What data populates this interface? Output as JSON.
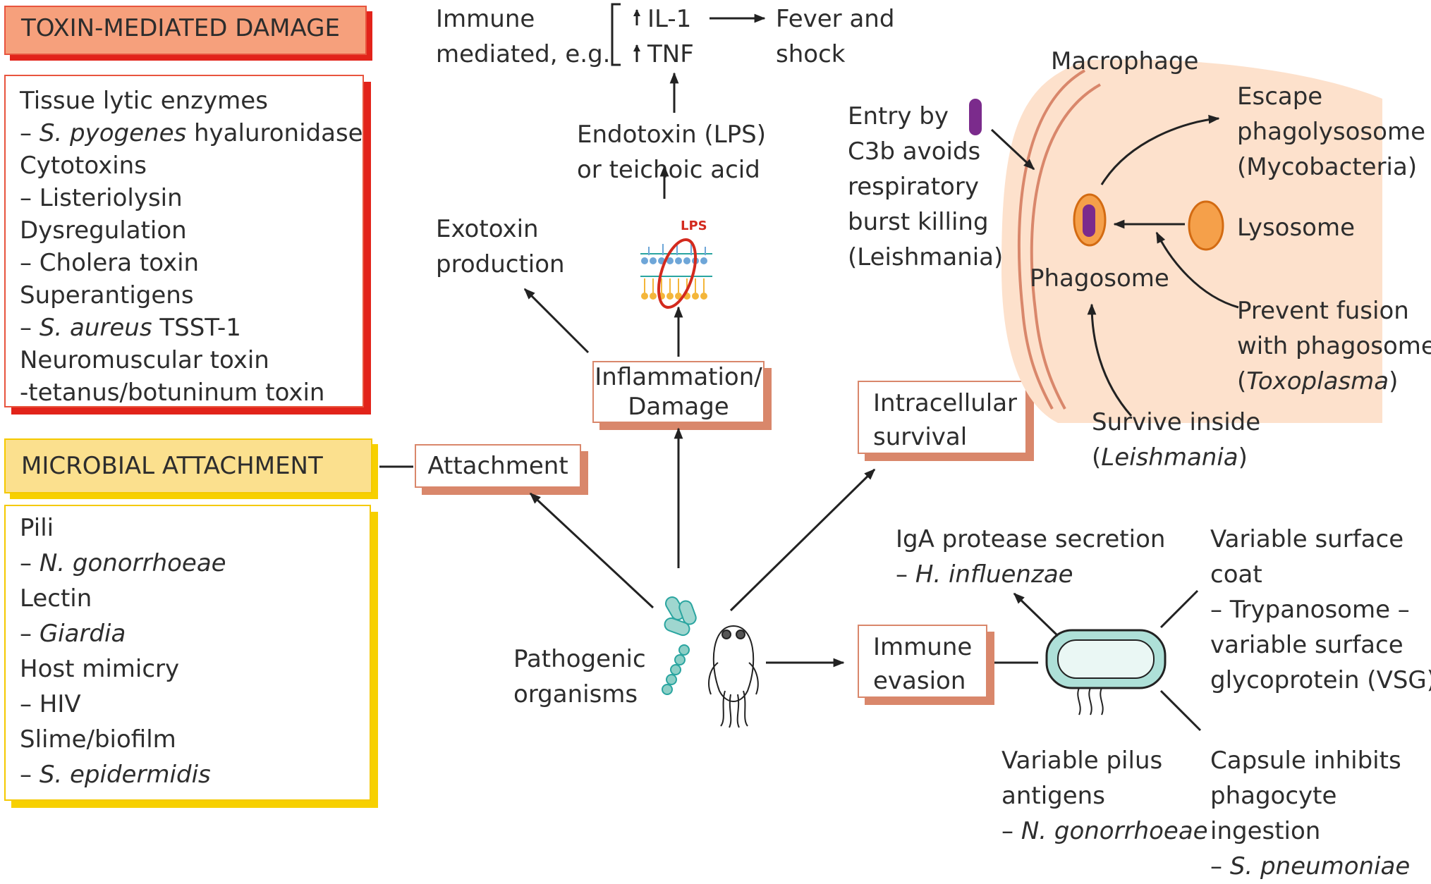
{
  "toxin": {
    "header": "TOXIN-MEDIATED DAMAGE",
    "lines": [
      {
        "a": "Tissue lytic enzymes"
      },
      {
        "a": "– ",
        "i": "S. pyogenes",
        "b": " hyaluronidase"
      },
      {
        "a": "Cytotoxins"
      },
      {
        "a": "– Listeriolysin"
      },
      {
        "a": "Dysregulation"
      },
      {
        "a": "– Cholera toxin"
      },
      {
        "a": "Superantigens"
      },
      {
        "a": "– ",
        "i": "S. aureus",
        "b": " TSST-1"
      },
      {
        "a": "Neuromuscular toxin"
      },
      {
        "a": "-tetanus/botuninum toxin"
      }
    ]
  },
  "attachment": {
    "header": "MICROBIAL ATTACHMENT",
    "lines": [
      {
        "a": "Pili"
      },
      {
        "a": "– ",
        "i": "N. gonorrhoeae"
      },
      {
        "a": "Lectin"
      },
      {
        "a": "– ",
        "i": "Giardia"
      },
      {
        "a": "Host mimicry"
      },
      {
        "a": "– HIV"
      },
      {
        "a": "Slime/biofilm"
      },
      {
        "a": "– ",
        "i": "S. epidermidis"
      }
    ]
  },
  "immune_mediated": {
    "l1": "Immune",
    "l2": "mediated, e.g.",
    "il1": "IL-1",
    "tnf": "TNF",
    "fever1": "Fever and",
    "fever2": "shock"
  },
  "endotoxin": {
    "l1": "Endotoxin (LPS)",
    "l2": "or teichoic acid",
    "lps": "LPS"
  },
  "exotoxin": {
    "l1": "Exotoxin",
    "l2": "production"
  },
  "boxes": {
    "inflammation1": "Inflammation/",
    "inflammation2": "Damage",
    "attachment": "Attachment",
    "intracellular1": "Intracellular",
    "intracellular2": "survival",
    "immune1": "Immune",
    "immune2": "evasion"
  },
  "pathogen": {
    "l1": "Pathogenic",
    "l2": "organisms"
  },
  "macrophage": {
    "title": "Macrophage",
    "entry": [
      "Entry by",
      "C3b avoids",
      "respiratory",
      "burst killing",
      "(Leishmania)"
    ],
    "escape": [
      "Escape",
      "phagolysosome",
      "(Mycobacteria)"
    ],
    "lysosome": "Lysosome",
    "phagosome": "Phagosome",
    "prevent1": "Prevent fusion",
    "prevent2": "with phagosome",
    "prevent3": "Toxoplasma",
    "survive1": "Survive inside",
    "survive2": "Leishmania"
  },
  "evasion": {
    "iga1": "IgA protease secretion",
    "iga2": "H. influenzae",
    "vsc": [
      "Variable surface",
      "coat",
      "– Trypanosome –",
      "variable surface",
      "glycoprotein (VSG)"
    ],
    "pilus1": "Variable pilus",
    "pilus2": "antigens",
    "pilus3": "N. gonorrhoeae",
    "capsule": [
      "Capsule inhibits",
      "phagocyte",
      " ingestion"
    ],
    "capsule_org": "S. pneumoniae"
  },
  "colors": {
    "red": "#e2231a",
    "yellow": "#f7d000",
    "salmon": "#d9876b",
    "peach": "#fde1cc",
    "orange": "#f5a04a",
    "purple": "#7b2b8c",
    "teal": "#2aa5a0"
  }
}
